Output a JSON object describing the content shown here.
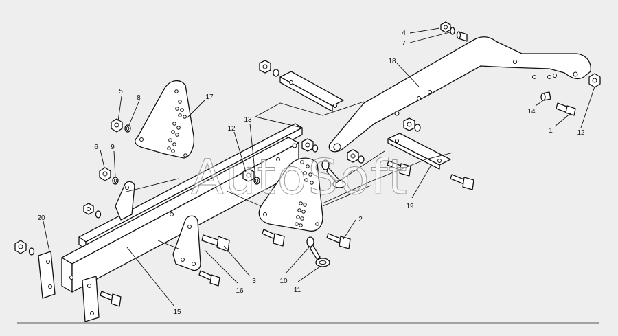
{
  "diagram": {
    "watermark": "AutoSoft",
    "callouts": [
      {
        "id": "c1",
        "label": "1"
      },
      {
        "id": "c2",
        "label": "2"
      },
      {
        "id": "c3",
        "label": "3"
      },
      {
        "id": "c4",
        "label": "4"
      },
      {
        "id": "c5",
        "label": "5"
      },
      {
        "id": "c6",
        "label": "6"
      },
      {
        "id": "c7",
        "label": "7"
      },
      {
        "id": "c8",
        "label": "8"
      },
      {
        "id": "c9",
        "label": "9"
      },
      {
        "id": "c10",
        "label": "10"
      },
      {
        "id": "c11",
        "label": "11"
      },
      {
        "id": "c12a",
        "label": "12"
      },
      {
        "id": "c12b",
        "label": "12"
      },
      {
        "id": "c13",
        "label": "13"
      },
      {
        "id": "c14",
        "label": "14"
      },
      {
        "id": "c15",
        "label": "15"
      },
      {
        "id": "c16",
        "label": "16"
      },
      {
        "id": "c17",
        "label": "17"
      },
      {
        "id": "c18",
        "label": "18"
      },
      {
        "id": "c19",
        "label": "19"
      },
      {
        "id": "c20",
        "label": "20"
      }
    ]
  },
  "colors": {
    "background": "#eeeeee",
    "line": "#111111",
    "watermark_outline": "#9a9a9a"
  }
}
